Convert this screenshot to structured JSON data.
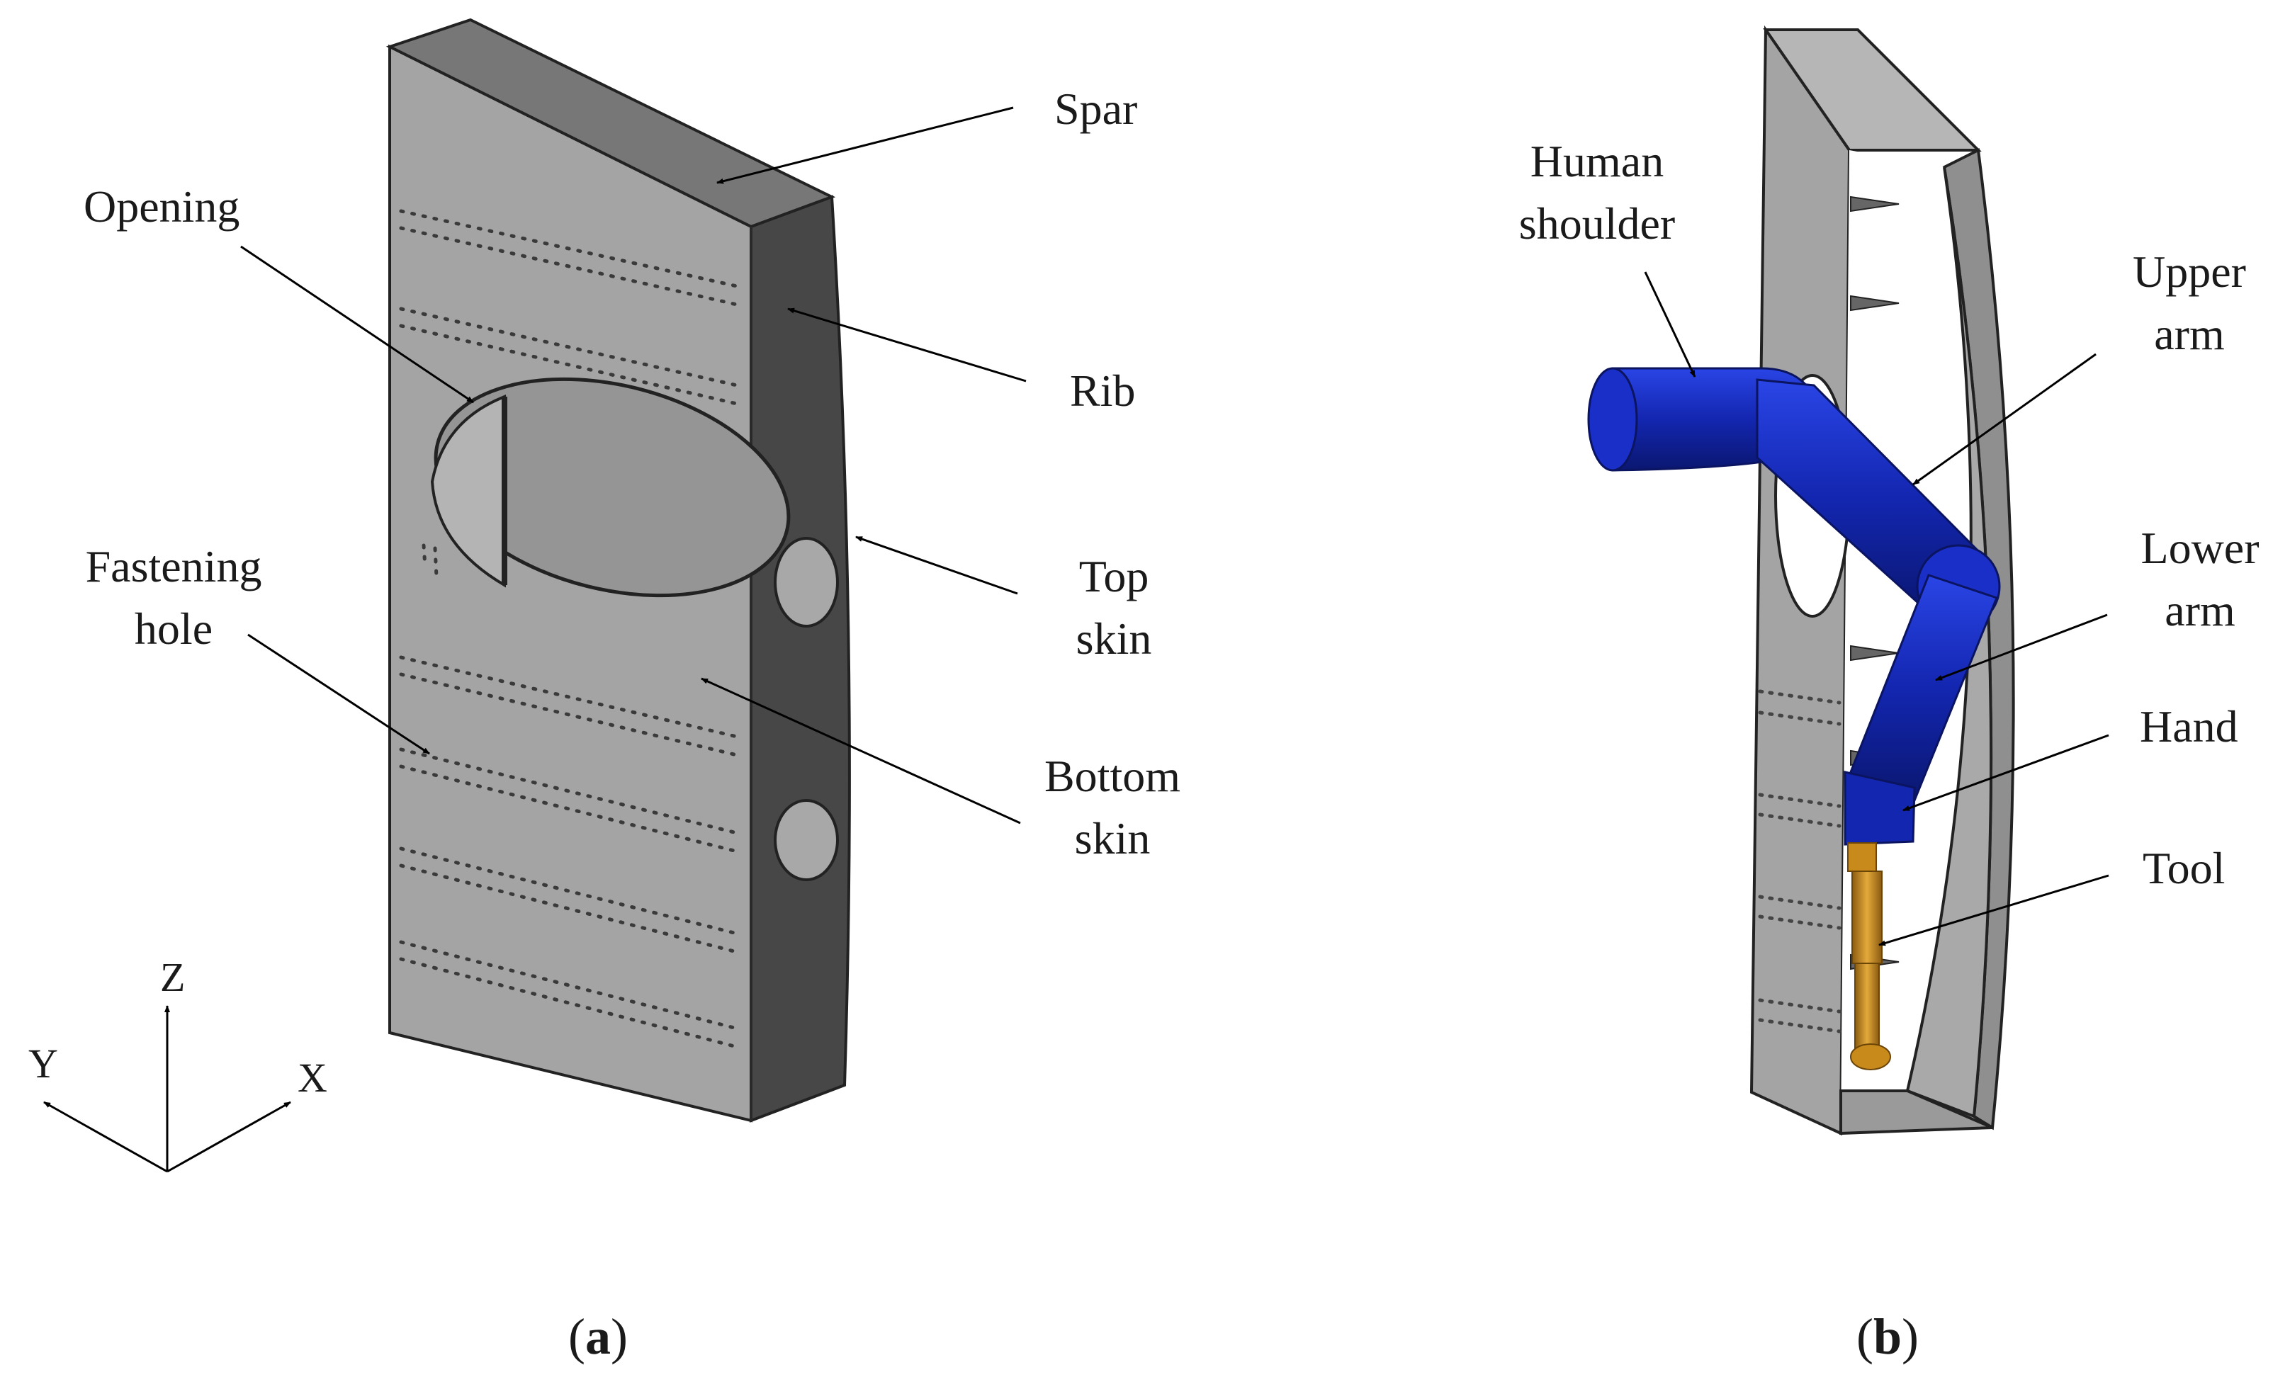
{
  "panel_a": {
    "labels": {
      "spar": "Spar",
      "opening": "Opening",
      "rib": "Rib",
      "fastening_hole": [
        "Fastening",
        "hole"
      ],
      "top_skin": [
        "Top",
        "skin"
      ],
      "bottom_skin": [
        "Bottom",
        "skin"
      ]
    },
    "axes": {
      "z": "Z",
      "y": "Y",
      "x": "X"
    },
    "caption_letter": "a"
  },
  "panel_b": {
    "labels": {
      "human_shoulder": [
        "Human",
        "shoulder"
      ],
      "upper_arm": [
        "Upper",
        "arm"
      ],
      "lower_arm": [
        "Lower",
        "arm"
      ],
      "hand": "Hand",
      "tool": "Tool"
    },
    "caption_letter": "b"
  },
  "colors": {
    "panel_face": "#a4a4a4",
    "panel_side": "#474747",
    "panel_top": "#777777",
    "arm": "#1326b0",
    "tool": "#c98a1c"
  }
}
